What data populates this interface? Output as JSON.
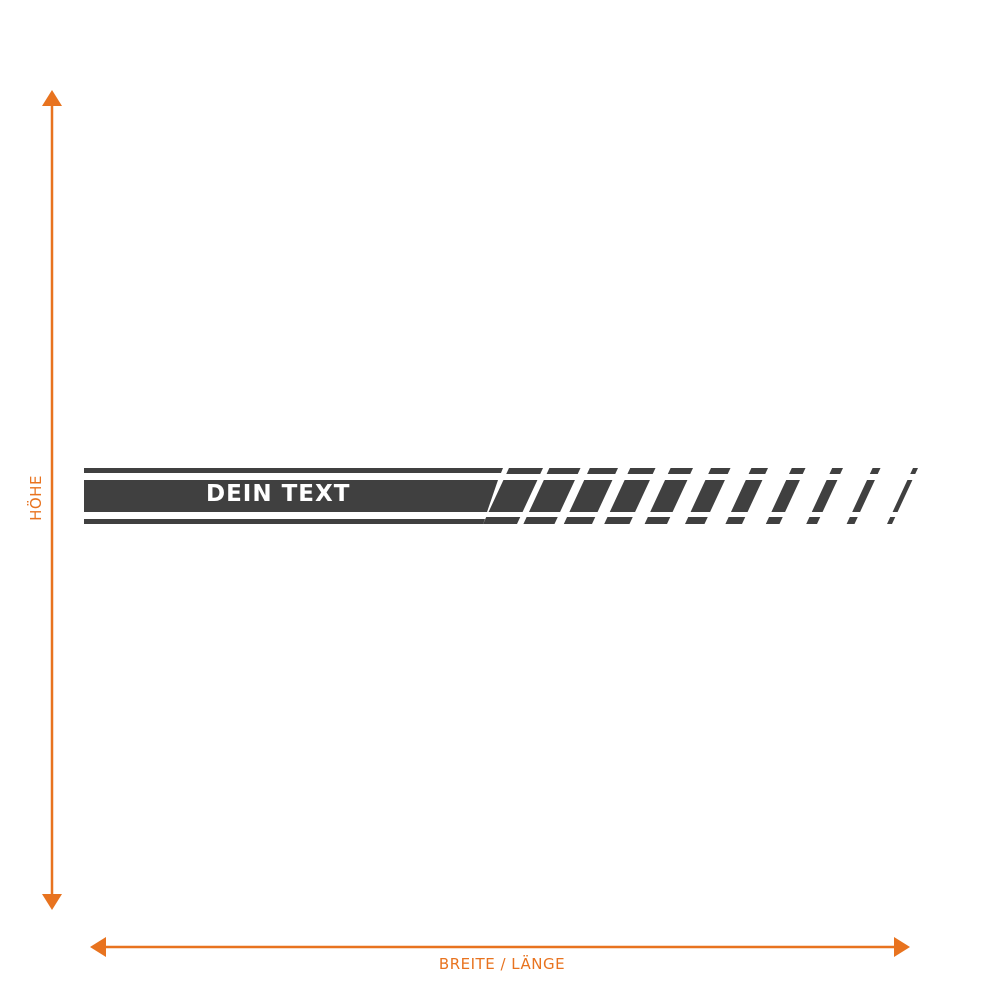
{
  "dimensions": {
    "height_label": "HÖHE",
    "width_label": "BREITE / LÄNGE",
    "color": "#e8731f"
  },
  "decal": {
    "text": "DEIN TEXT",
    "stripe_color": "#404040",
    "text_color": "#ffffff"
  },
  "icons": {
    "arrow_up": "arrow-up-icon",
    "arrow_down": "arrow-down-icon",
    "arrow_left": "arrow-left-icon",
    "arrow_right": "arrow-right-icon"
  }
}
